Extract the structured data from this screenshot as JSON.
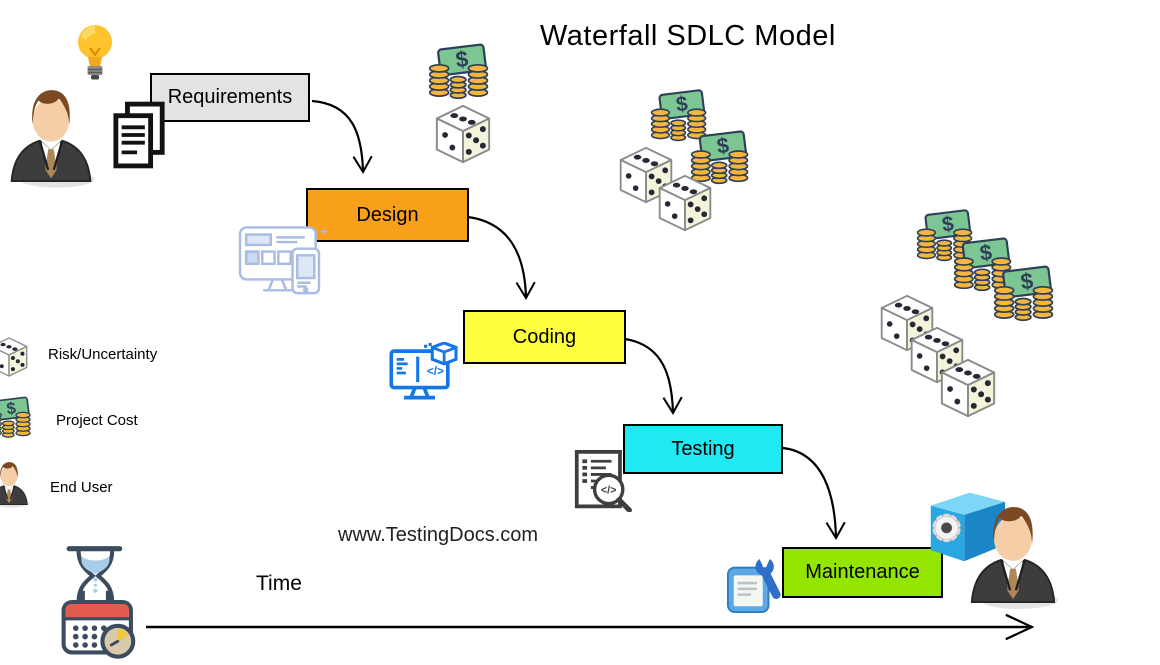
{
  "title": "Waterfall SDLC Model",
  "watermark": "www.TestingDocs.com",
  "phases": [
    {
      "label": "Requirements",
      "color": "#e3e3e3"
    },
    {
      "label": "Design",
      "color": "#f9a01b"
    },
    {
      "label": "Coding",
      "color": "#fdff3e"
    },
    {
      "label": "Testing",
      "color": "#1fe9f3"
    },
    {
      "label": "Maintenance",
      "color": "#94e600"
    }
  ],
  "legend": {
    "items": [
      {
        "icon": "dice-icon",
        "label": "Risk/Uncertainty"
      },
      {
        "icon": "money-icon",
        "label": "Project Cost"
      },
      {
        "icon": "end-user-icon",
        "label": "End User"
      }
    ]
  },
  "timeline": {
    "label": "Time"
  },
  "icons": {
    "idea": "lightbulb",
    "requirements_artifact": "documents",
    "design_artifact": "wireframe-devices",
    "coding_artifact": "code-monitor",
    "testing_artifact": "code-review-magnifier",
    "maintenance_artifact": "wrench-document",
    "deployment": "gear-cube",
    "time": "hourglass-calendar",
    "risk": "dice",
    "cost": "money-coins",
    "user": "businessperson"
  },
  "colors": {
    "bill_green": "#7cc694",
    "coin_gold": "#f5b63f",
    "outline_navy": "#2e4057",
    "code_blue": "#1377e8",
    "wireframe_blue": "#aabbe4",
    "cube_blue": "#29a7e2",
    "calendar_red": "#e25b4e"
  }
}
